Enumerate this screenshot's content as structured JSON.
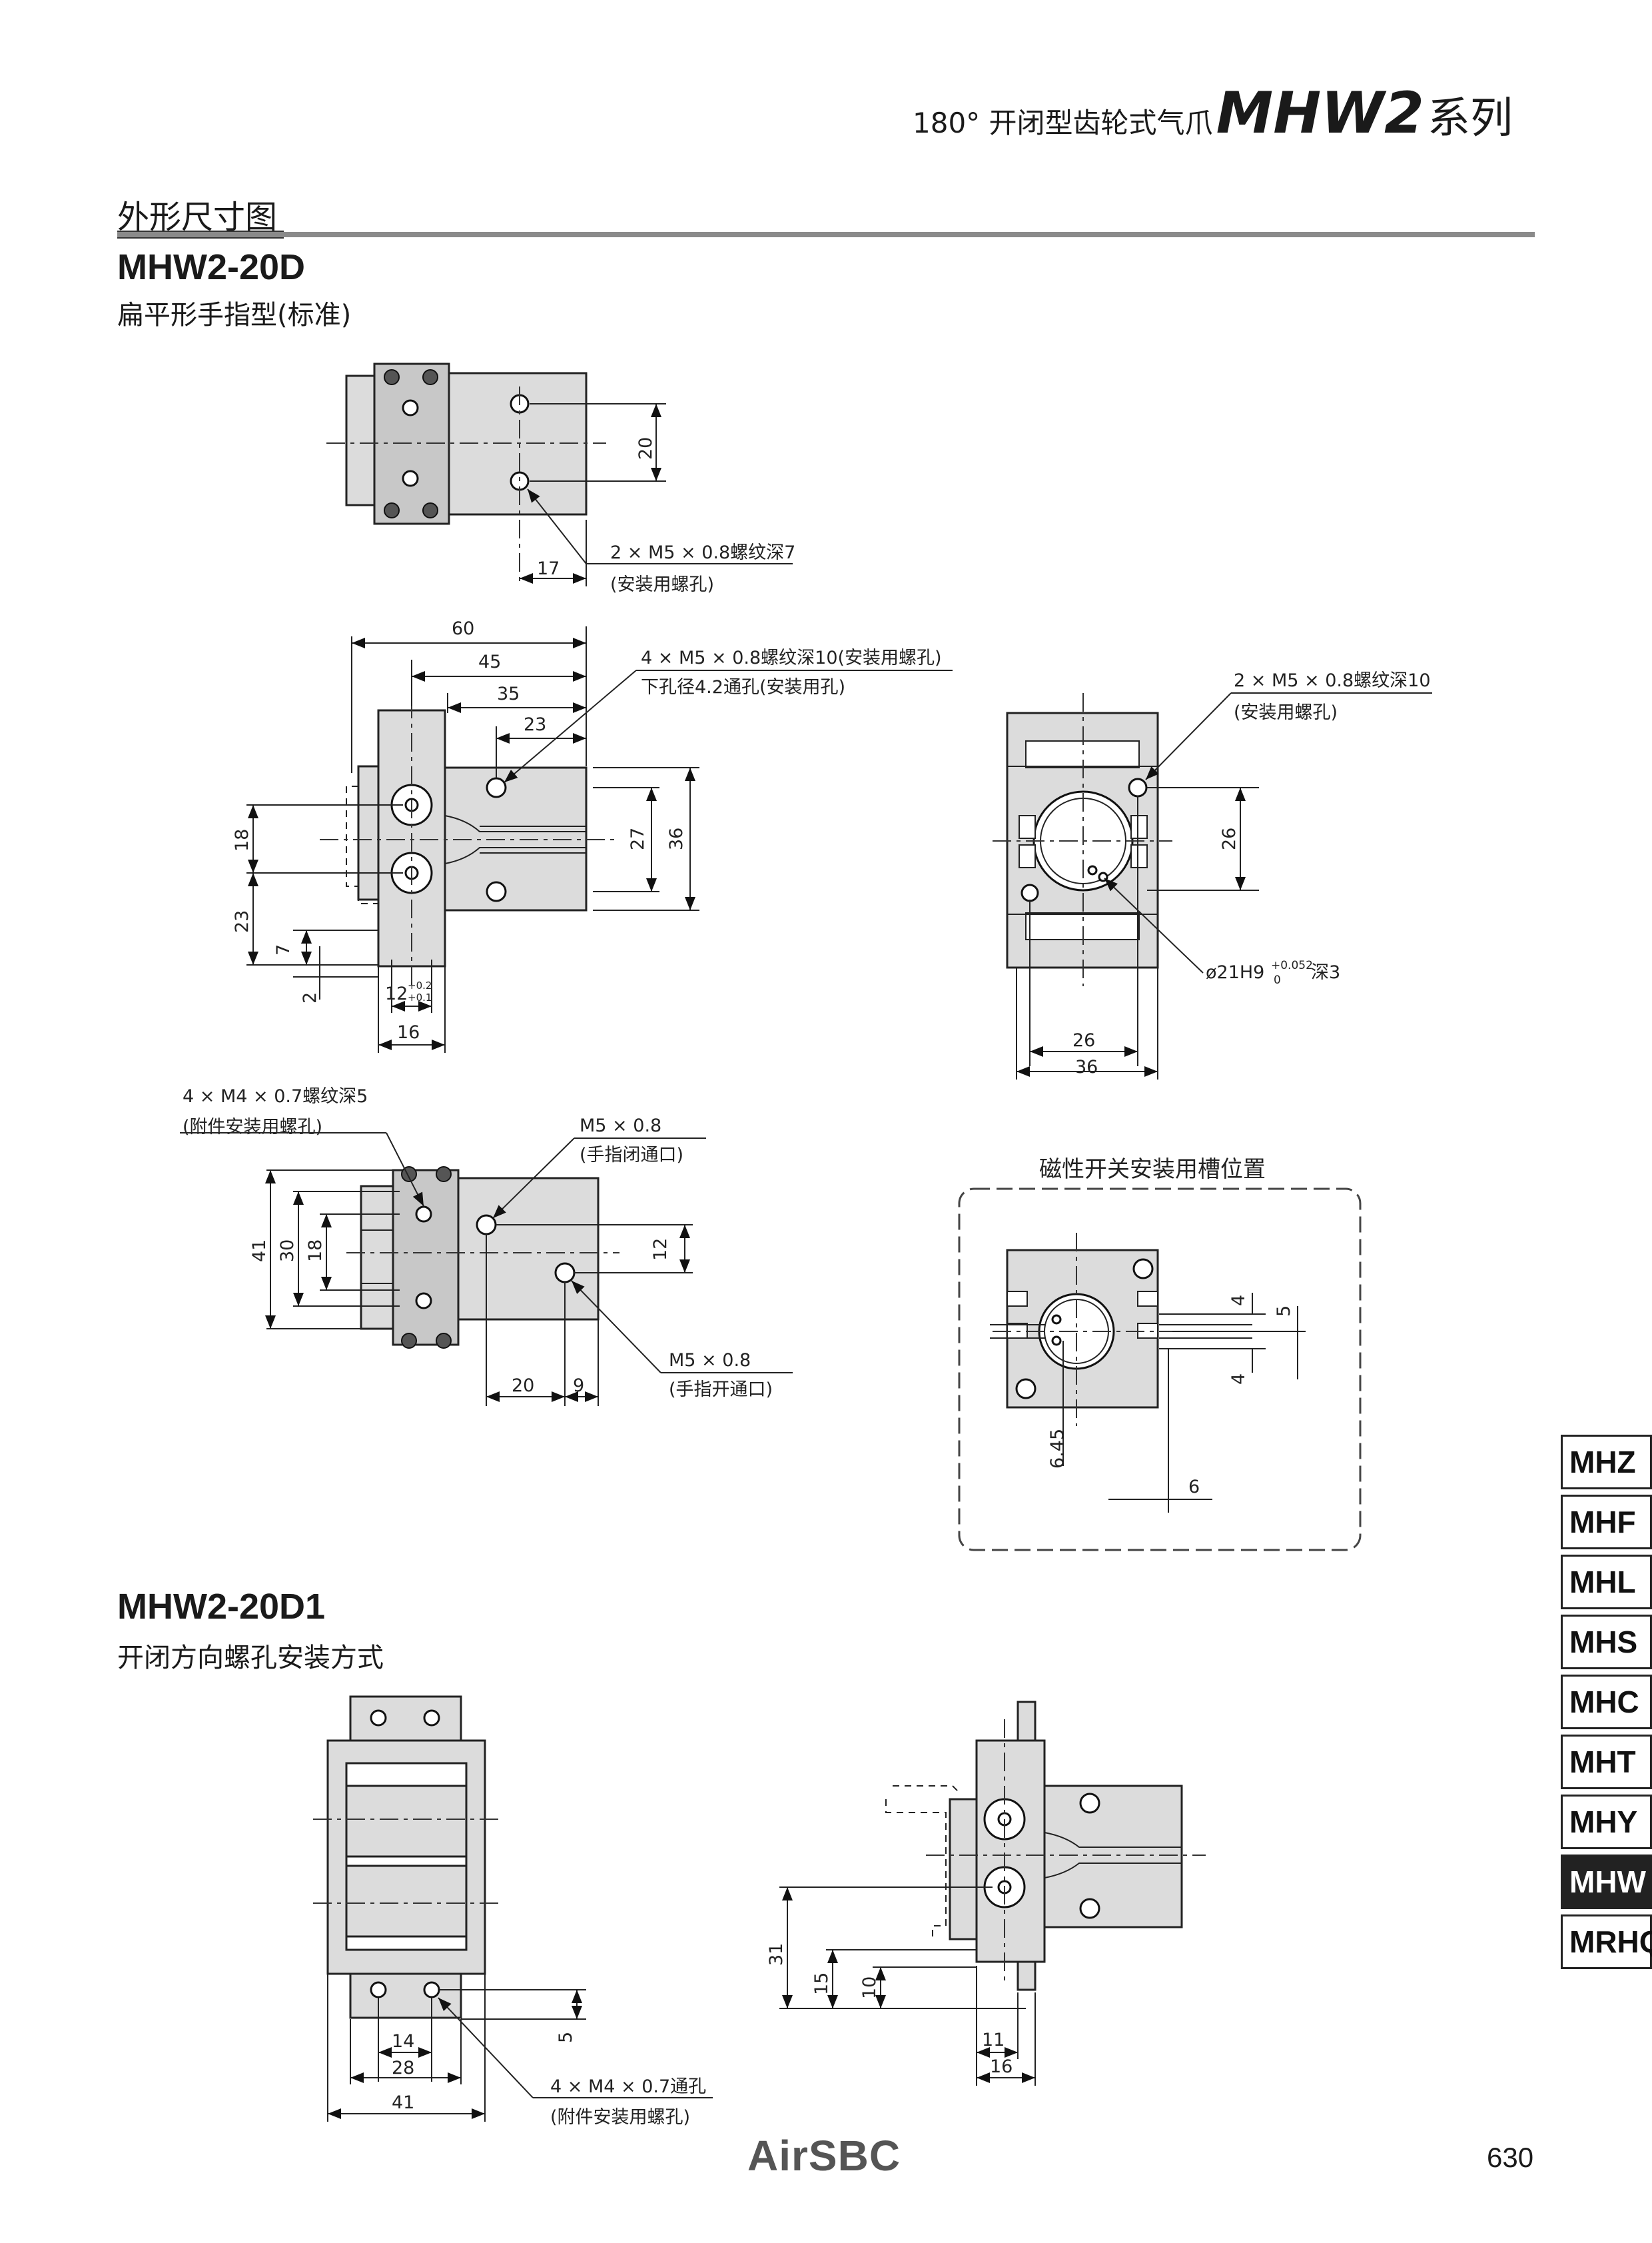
{
  "header": {
    "prefix": "180°  开闭型齿轮式气爪",
    "model": "MHW2",
    "series": "系列"
  },
  "section_title": "外形尺寸图",
  "model_a": {
    "name": "MHW2-20D",
    "subtitle": "扁平形手指型(标准)"
  },
  "model_b": {
    "name": "MHW2-20D1",
    "subtitle": "开闭方向螺孔安装方式"
  },
  "top_view": {
    "dims": [
      "20",
      "17"
    ],
    "note_1": "2 × M5 × 0.8螺纹深7",
    "note_2": "(安装用螺孔)"
  },
  "front_view": {
    "dims": [
      "60",
      "45",
      "35",
      "23",
      "18",
      "23",
      "7",
      "2",
      "27",
      "36",
      "12",
      "+0.2",
      "+0.1",
      "16"
    ],
    "note_1": "4 × M5 × 0.8螺纹深10(安装用螺孔)",
    "note_2": "下孔径4.2通孔(安装用孔)"
  },
  "side_view": {
    "dims": [
      "26",
      "26",
      "36"
    ],
    "note_1": "2 × M5 × 0.8螺纹深10",
    "note_2": "(安装用螺孔)",
    "bore_note": "ø21H9",
    "bore_tol_upper": "+0.052",
    "bore_tol_lower": "0",
    "bore_depth": "深3"
  },
  "bottom_view": {
    "dims": [
      "41",
      "30",
      "18",
      "12",
      "20",
      "9"
    ],
    "note_a1": "4 × M4 × 0.7螺纹深5",
    "note_a2": "(附件安装用螺孔)",
    "note_b1": "M5 × 0.8",
    "note_b2": "(手指闭通口)",
    "note_c1": "M5 × 0.8",
    "note_c2": "(手指开通口)"
  },
  "switch_box": {
    "title": "磁性开关安装用槽位置",
    "dims": [
      "4",
      "5",
      "4",
      "6.45",
      "6"
    ]
  },
  "d1_front": {
    "dims": [
      "5",
      "14",
      "28",
      "41"
    ],
    "note_1": "4 × M4 × 0.7通孔",
    "note_2": "(附件安装用螺孔)"
  },
  "d1_side": {
    "dims": [
      "31",
      "15",
      "10",
      "11",
      "16"
    ]
  },
  "side_tabs": [
    {
      "label": "MHZ",
      "active": false
    },
    {
      "label": "MHF",
      "active": false
    },
    {
      "label": "MHL",
      "active": false
    },
    {
      "label": "MHS",
      "active": false
    },
    {
      "label": "MHC",
      "active": false
    },
    {
      "label": "MHT",
      "active": false
    },
    {
      "label": "MHY",
      "active": false
    },
    {
      "label": "MHW",
      "active": true
    },
    {
      "label": "MRHQ",
      "active": false
    }
  ],
  "footer": {
    "logo": "AirSBC",
    "page_number": "630"
  }
}
